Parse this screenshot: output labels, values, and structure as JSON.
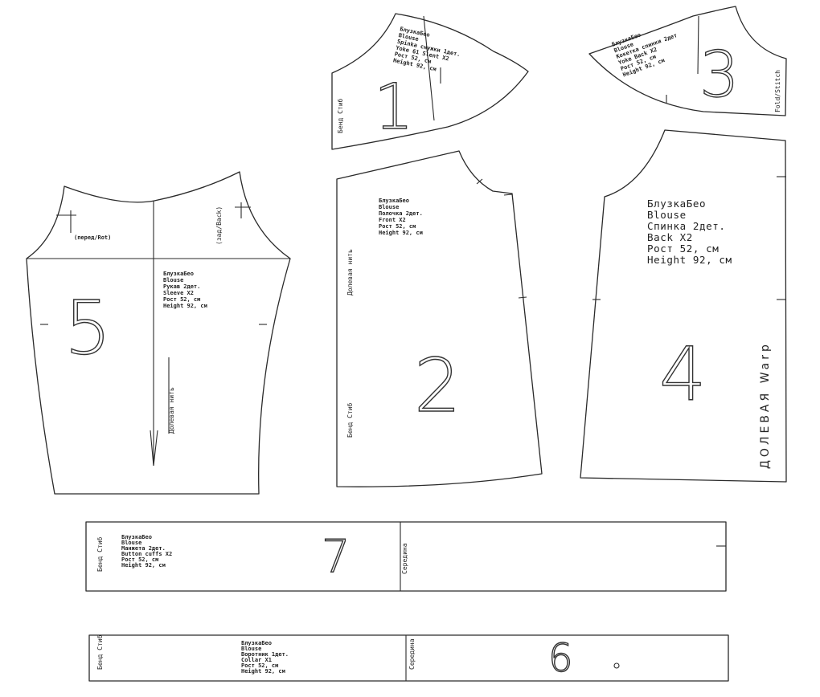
{
  "pieces": {
    "p1": {
      "number": "1",
      "lines": [
        "БлузкаБео",
        "Blouse",
        "Spinka снужки 1дет.",
        "Yoke 61 Slent X2",
        "Рост  52, см",
        "Height   92, см"
      ],
      "side_label": "Бенд Стиб"
    },
    "p2": {
      "number": "2",
      "lines": [
        "БлузкаБео",
        "Blouse",
        "Полочка 2дет.",
        "Front X2",
        "Рост    52, см",
        "Height    92, см"
      ],
      "side_label_top": "Долевая нить",
      "side_label_bottom": "Бенд Стиб"
    },
    "p3": {
      "number": "3",
      "lines": [
        "БлузкаБео",
        "Blouse",
        "Кокетка спинки 2дет",
        "Yoke Back X2",
        "Рост     52, см",
        "Height   92, см"
      ],
      "side_label": "Fold/Stitch"
    },
    "p4": {
      "number": "4",
      "lines": [
        "БлузкаБео",
        "Blouse",
        "Спинка 2дет.",
        "Back X2",
        "Рост     52, см",
        "Height     92, см"
      ],
      "side_label": "ДОЛЕВАЯ Warp"
    },
    "p5": {
      "number": "5",
      "lines": [
        "БлузкаБео",
        "Blouse",
        "Рукав 2дет.",
        "Sleeve X2",
        "Рост    52, см",
        "Height    92, см"
      ],
      "notch_left": "(перед/Rot)",
      "notch_right": "(зад/Back)",
      "grain_label": "Долевая нить"
    },
    "p6": {
      "number": "6",
      "lines": [
        "БлузкаБео",
        "Blouse",
        "Воротник 1дет.",
        "Collar X1",
        "Рост    52, см",
        "Height    92, см"
      ],
      "side_label": "Бенд Стиб",
      "mid_label": "Середина"
    },
    "p7": {
      "number": "7",
      "lines": [
        "БлузкаБео",
        "Blouse",
        "Манжета 2дет.",
        "Button cuffs X2",
        "Рост    52, см",
        "Height    92, см"
      ],
      "side_label": "Бенд Стиб",
      "mid_label": "Середина"
    }
  }
}
